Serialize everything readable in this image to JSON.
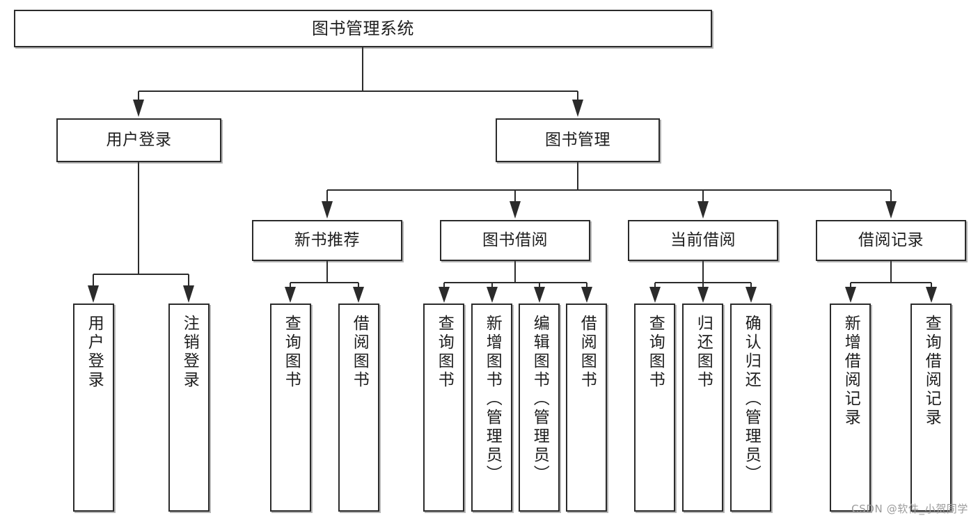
{
  "diagram": {
    "title": "图书管理系统",
    "type": "tree-hierarchy-chart",
    "watermark": "CSDN @软件_小贺同学",
    "colors": {
      "background": "#ffffff",
      "box_border": "#2b2b2b",
      "box_fill": "#ffffff",
      "connector": "#2b2b2b",
      "text": "#1e1e1e",
      "watermark": "#9b9b9b"
    }
  },
  "nodes": {
    "root": {
      "label": "图书管理系统"
    },
    "level2": [
      {
        "label": "用户登录"
      },
      {
        "label": "图书管理"
      }
    ],
    "level3": [
      {
        "label": "新书推荐"
      },
      {
        "label": "图书借阅"
      },
      {
        "label": "当前借阅"
      },
      {
        "label": "借阅记录"
      }
    ],
    "leaves": {
      "user_login": [
        {
          "label": "用户登录"
        },
        {
          "label": "注销登录"
        }
      ],
      "new_book_recommend": [
        {
          "label": "查询图书"
        },
        {
          "label": "借阅图书"
        }
      ],
      "book_borrow": [
        {
          "label": "查询图书"
        },
        {
          "label": "新增图书（管理员）"
        },
        {
          "label": "编辑图书（管理员）"
        },
        {
          "label": "借阅图书"
        }
      ],
      "current_borrow": [
        {
          "label": "查询图书"
        },
        {
          "label": "归还图书"
        },
        {
          "label": "确认归还（管理员）"
        }
      ],
      "borrow_record": [
        {
          "label": "新增借阅记录"
        },
        {
          "label": "查询借阅记录"
        }
      ]
    }
  },
  "chart_data": {
    "type": "table",
    "title": "图书管理系统 功能结构图",
    "tree": [
      {
        "name": "图书管理系统",
        "children": [
          {
            "name": "用户登录",
            "children": [
              {
                "name": "用户登录"
              },
              {
                "name": "注销登录"
              }
            ]
          },
          {
            "name": "图书管理",
            "children": [
              {
                "name": "新书推荐",
                "children": [
                  {
                    "name": "查询图书"
                  },
                  {
                    "name": "借阅图书"
                  }
                ]
              },
              {
                "name": "图书借阅",
                "children": [
                  {
                    "name": "查询图书"
                  },
                  {
                    "name": "新增图书（管理员）"
                  },
                  {
                    "name": "编辑图书（管理员）"
                  },
                  {
                    "name": "借阅图书"
                  }
                ]
              },
              {
                "name": "当前借阅",
                "children": [
                  {
                    "name": "查询图书"
                  },
                  {
                    "name": "归还图书"
                  },
                  {
                    "name": "确认归还（管理员）"
                  }
                ]
              },
              {
                "name": "借阅记录",
                "children": [
                  {
                    "name": "新增借阅记录"
                  },
                  {
                    "name": "查询借阅记录"
                  }
                ]
              }
            ]
          }
        ]
      }
    ],
    "depth": 4,
    "node_count": 18,
    "leaf_count": 13
  }
}
